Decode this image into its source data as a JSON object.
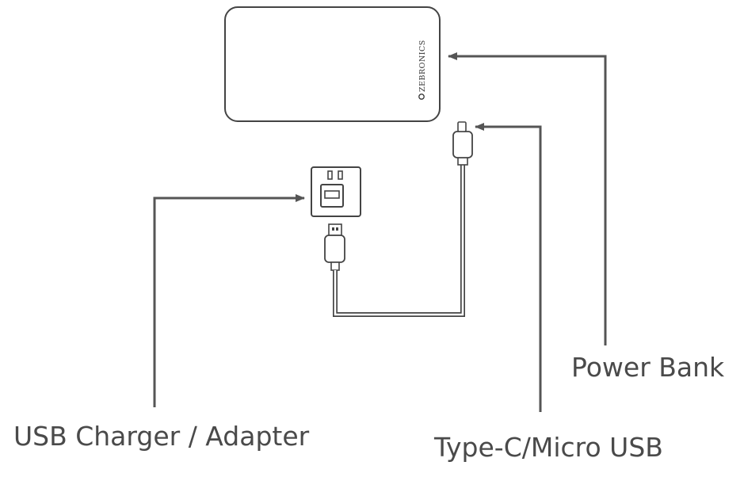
{
  "labels": {
    "power_bank": "Power Bank",
    "type_c": "Type-C/Micro USB",
    "adapter": "USB Charger / Adapter"
  },
  "brand": {
    "logo_text": "ZEBRONICS"
  },
  "colors": {
    "line": "#555555",
    "outline": "#444444",
    "text": "#4a4a4a",
    "background": "#ffffff"
  }
}
